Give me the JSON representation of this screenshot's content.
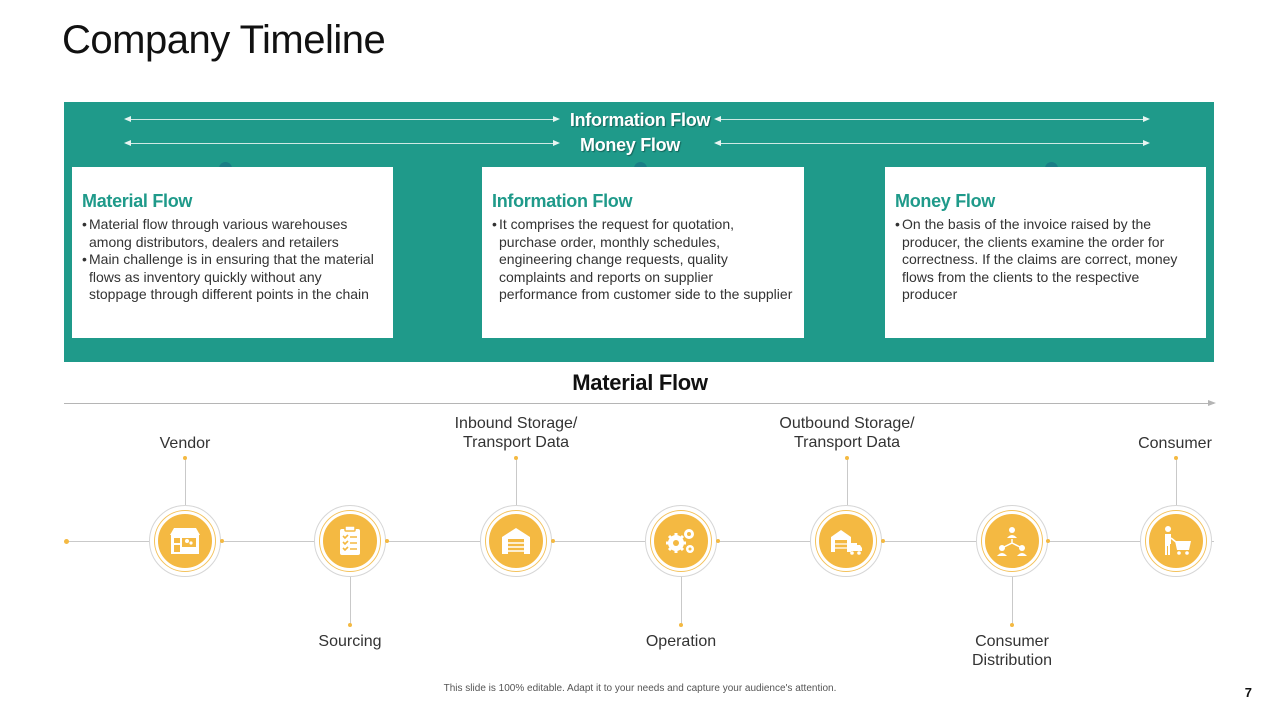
{
  "title": "Company Timeline",
  "colors": {
    "teal": "#1f9a8a",
    "accent_dot": "#1a7e86",
    "icon_yellow": "#f4b942"
  },
  "flows": {
    "top": "Information Flow",
    "bottom": "Money Flow"
  },
  "cards": [
    {
      "title": "Material Flow",
      "bullets": [
        "Material flow through various warehouses among distributors, dealers and retailers",
        "Main challenge is in ensuring that the material flows as inventory quickly without any stoppage through different points in the chain"
      ]
    },
    {
      "title": "Information Flow",
      "bullets": [
        "It comprises the request for quotation, purchase order, monthly schedules, engineering change requests, quality complaints and reports on supplier performance from customer side to the supplier"
      ]
    },
    {
      "title": "Money Flow",
      "bullets": [
        "On the basis of the invoice raised by the producer, the clients examine the order for correctness. If the claims are correct, money flows from the clients to the respective producer"
      ]
    }
  ],
  "material_flow_title": "Material Flow",
  "steps": [
    {
      "label": "Vendor",
      "position": "top",
      "icon": "store-icon"
    },
    {
      "label": "Sourcing",
      "position": "bottom",
      "icon": "clipboard-checklist-icon"
    },
    {
      "label": "Inbound Storage/ Transport Data",
      "position": "top",
      "icon": "warehouse-icon"
    },
    {
      "label": "Operation",
      "position": "bottom",
      "icon": "gears-icon"
    },
    {
      "label": "Outbound Storage/ Transport Data",
      "position": "top",
      "icon": "warehouse-truck-icon"
    },
    {
      "label": "Consumer Distribution",
      "position": "bottom",
      "icon": "people-network-icon"
    },
    {
      "label": "Consumer",
      "position": "top",
      "icon": "shopping-cart-person-icon"
    }
  ],
  "footer": "This slide is 100% editable. Adapt it to your needs and capture your audience's attention.",
  "page_number": "7"
}
